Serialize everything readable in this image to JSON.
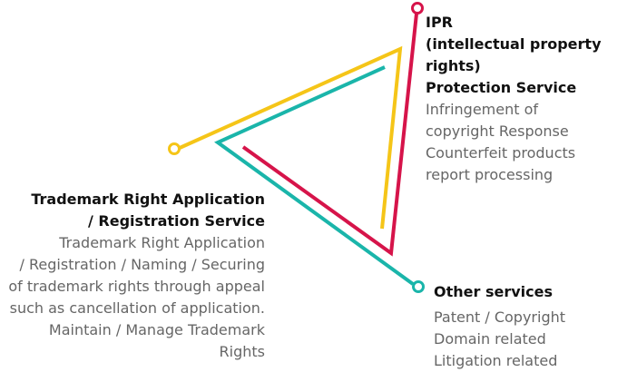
{
  "colors": {
    "yellow": "#F5C518",
    "red": "#D6144A",
    "teal": "#1AB5AA",
    "title_text": "#111111",
    "desc_text": "#666666"
  },
  "ipr": {
    "title_lines": [
      "IPR",
      "(intellectual property rights)",
      "Protection Service"
    ],
    "desc_lines": [
      "Infringement of",
      "copyright Response",
      "Counterfeit products",
      "report processing"
    ]
  },
  "trademark": {
    "title_lines": [
      "Trademark Right Application",
      "/ Registration Service"
    ],
    "desc_lines": [
      "Trademark Right Application",
      "/ Registration / Naming / Securing",
      "of trademark rights through appeal",
      "such as cancellation of application.",
      "Maintain / Manage Trademark Rights"
    ]
  },
  "other": {
    "title_lines": [
      "Other services"
    ],
    "desc_lines": [
      "Patent / Copyright",
      "Domain related",
      "Litigation related"
    ]
  }
}
